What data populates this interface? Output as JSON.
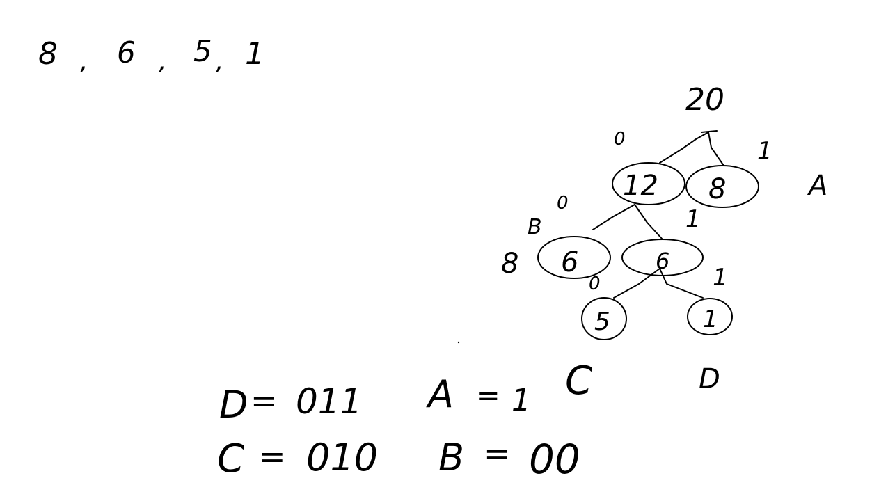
{
  "sequence": {
    "items": [
      "8",
      "6",
      "5",
      "1"
    ],
    "separator": ","
  },
  "tree": {
    "root": {
      "weight": "20"
    },
    "edges": {
      "left_label": "0",
      "right_label": "1"
    },
    "level1": {
      "left": {
        "weight": "12"
      },
      "right": {
        "weight": "8",
        "letter": "A"
      }
    },
    "level1_edges": {
      "left_label": "0",
      "right_label": "1"
    },
    "level2": {
      "left": {
        "weight": "6",
        "letter": "B",
        "side_value": "8"
      },
      "right": {
        "weight": "6"
      }
    },
    "level2_extra_zero": "0",
    "level2_edges": {
      "right_label": "1"
    },
    "level3": {
      "left": {
        "weight": "5",
        "letter": "C"
      },
      "right": {
        "weight": "1",
        "letter": "D"
      }
    }
  },
  "codes": {
    "row1": [
      {
        "symbol": "D",
        "code": "011"
      },
      {
        "symbol": "A",
        "code": "1"
      }
    ],
    "row2": [
      {
        "symbol": "C",
        "code": "010"
      },
      {
        "symbol": "B",
        "code": "00"
      }
    ],
    "equals": "="
  },
  "colors": {
    "ink": "#000000",
    "background": "#ffffff"
  }
}
